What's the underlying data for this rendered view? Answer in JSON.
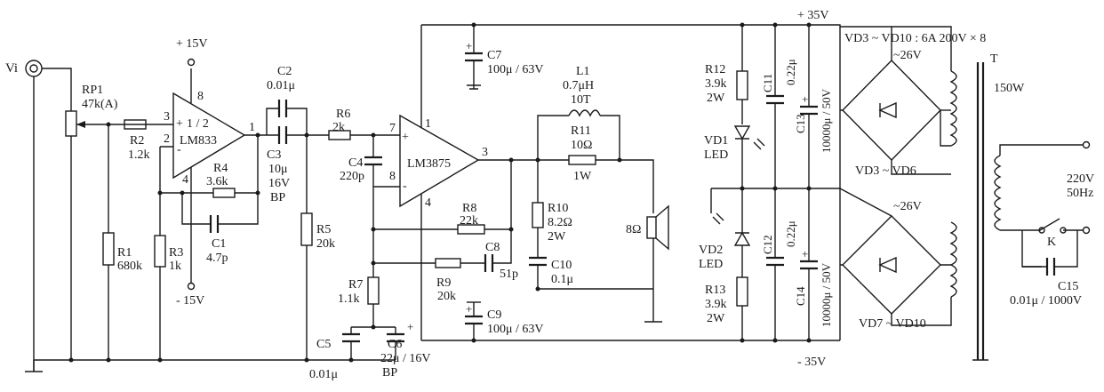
{
  "input": {
    "label": "Vi"
  },
  "rp1": {
    "name": "RP1",
    "value": "47k(A)"
  },
  "r1": {
    "name": "R1",
    "value": "680k"
  },
  "r2": {
    "name": "R2",
    "value": "1.2k"
  },
  "r3": {
    "name": "R3",
    "value": "1k"
  },
  "r4": {
    "name": "R4",
    "value": "3.6k"
  },
  "c1": {
    "name": "C1",
    "value": "4.7p"
  },
  "u1": {
    "line1": "1 / 2",
    "line2": "LM833",
    "pin3": "3",
    "pin2": "2",
    "pin8": "8",
    "pin4": "4",
    "pin1": "1",
    "plus": "+",
    "minus": "-"
  },
  "supply_u1": {
    "pos": "+ 15V",
    "neg": "- 15V"
  },
  "c2": {
    "name": "C2",
    "value": "0.01μ"
  },
  "c3": {
    "name": "C3",
    "value": "10μ",
    "value2": "16V",
    "value3": "BP"
  },
  "r5": {
    "name": "R5",
    "value": "20k"
  },
  "r6": {
    "name": "R6",
    "value": "2k"
  },
  "c4": {
    "name": "C4",
    "value": "220p"
  },
  "u2": {
    "label": "LM3875",
    "pin7": "7",
    "pin8": "8",
    "pin1": "1",
    "pin4": "4",
    "pin3": "3",
    "plus": "+",
    "minus": "-"
  },
  "c7": {
    "name": "C7",
    "value": "100μ / 63V"
  },
  "l1": {
    "name": "L1",
    "value": "0.7μH",
    "value2": "10T"
  },
  "r11": {
    "name": "R11",
    "value": "10Ω",
    "value2": "1W"
  },
  "r8": {
    "name": "R8",
    "value": "22k"
  },
  "c8": {
    "name": "C8",
    "value": "51p"
  },
  "r9": {
    "name": "R9",
    "value": "20k"
  },
  "r10": {
    "name": "R10",
    "value": "8.2Ω",
    "value2": "2W"
  },
  "c10": {
    "name": "C10",
    "value": "0.1μ"
  },
  "r7": {
    "name": "R7",
    "value": "1.1k"
  },
  "c5": {
    "name": "C5",
    "value": "0.01μ"
  },
  "c6": {
    "name": "C6",
    "value": "22μ / 16V",
    "value2": "BP"
  },
  "c9": {
    "name": "C9",
    "value": "100μ / 63V"
  },
  "speaker": {
    "label": "8Ω"
  },
  "rail": {
    "pos": "+ 35V",
    "neg": "- 35V"
  },
  "r12": {
    "name": "R12",
    "value": "3.9k",
    "value2": "2W"
  },
  "vd1": {
    "name": "VD1",
    "value": "LED"
  },
  "vd2": {
    "name": "VD2",
    "value": "LED"
  },
  "r13": {
    "name": "R13",
    "value": "3.9k",
    "value2": "2W"
  },
  "c11": {
    "name": "C11",
    "value": "0.22μ"
  },
  "c12": {
    "name": "C12",
    "value": "0.22μ"
  },
  "c13": {
    "name": "C13",
    "value": "10000μ / 50V"
  },
  "c14": {
    "name": "C14",
    "value": "10000μ / 50V"
  },
  "bridge1": {
    "label": "VD3 ~ VD6",
    "ac": "~26V"
  },
  "bridge2": {
    "label": "VD7 ~ VD10",
    "ac": "~26V"
  },
  "diodes_note": "VD3 ~ VD10 : 6A 200V × 8",
  "transformer": {
    "name": "T",
    "power": "150W"
  },
  "mains": {
    "voltage": "220V",
    "freq": "50Hz"
  },
  "switch": {
    "name": "K"
  },
  "c15": {
    "name": "C15",
    "value": "0.01μ / 1000V"
  },
  "polarity": "+"
}
